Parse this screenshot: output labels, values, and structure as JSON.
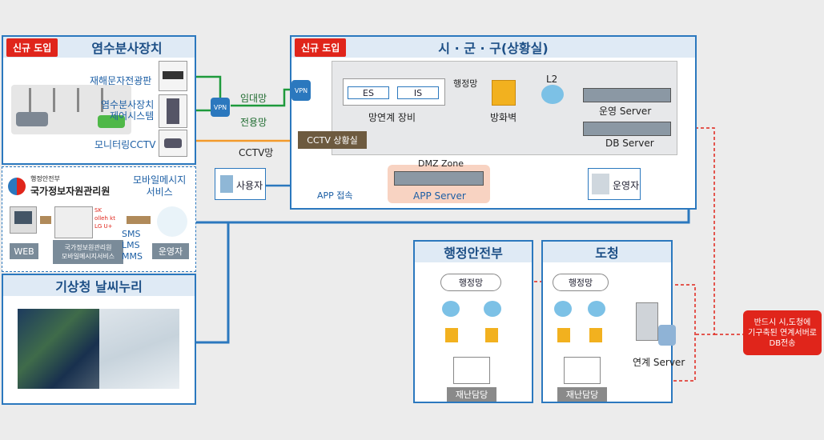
{
  "left": {
    "badge": "신규 도입",
    "title": "염수분사장치",
    "items": [
      "재해문자전광판",
      "염수분사장치\n제어시스템",
      "모니터링CCTV"
    ],
    "vpn": "VPN",
    "line_lease": "임대망",
    "line_dedicated": "전용망",
    "line_cctv": "CCTV망"
  },
  "mobile": {
    "agency_small": "행정안전부",
    "agency": "국가정보자원관리원",
    "service_title": "모바일메시지\n서비스",
    "web": "WEB",
    "center_label": "국가정보원관리원\n모바일메시지서비스",
    "msg_types": "SMS\nLMS\nMMS",
    "operator": "운영자"
  },
  "weather": {
    "title": "기상청 날씨누리"
  },
  "sigungu": {
    "badge": "신규 도입",
    "title": "시 · 군 · 구(상황실)",
    "vpn": "VPN",
    "es": "ES",
    "is": "IS",
    "link_device": "망연계 장비",
    "admin_net": "행정망",
    "firewall": "방화벽",
    "l2": "L2",
    "ops_server": "운영 Server",
    "db_server": "DB Server",
    "cctv_room": "CCTV 상황실",
    "user": "사용자",
    "app_access": "APP 접속",
    "dmz": "DMZ Zone",
    "app_server": "APP Server",
    "operator": "운영자"
  },
  "mois": {
    "title": "행정안전부",
    "net": "행정망",
    "disaster": "재난담당"
  },
  "province": {
    "title": "도청",
    "net": "행정망",
    "disaster": "재난담당",
    "link_server": "연계 Server"
  },
  "note": "반드시 시,도청에\n기구축된 연계서버로\nDB전송",
  "colors": {
    "panel_border": "#2b78be",
    "badge_red": "#e0251b",
    "line_green": "#1e9a3c",
    "line_orange": "#f39a2b",
    "dash_red": "#e0251b"
  }
}
